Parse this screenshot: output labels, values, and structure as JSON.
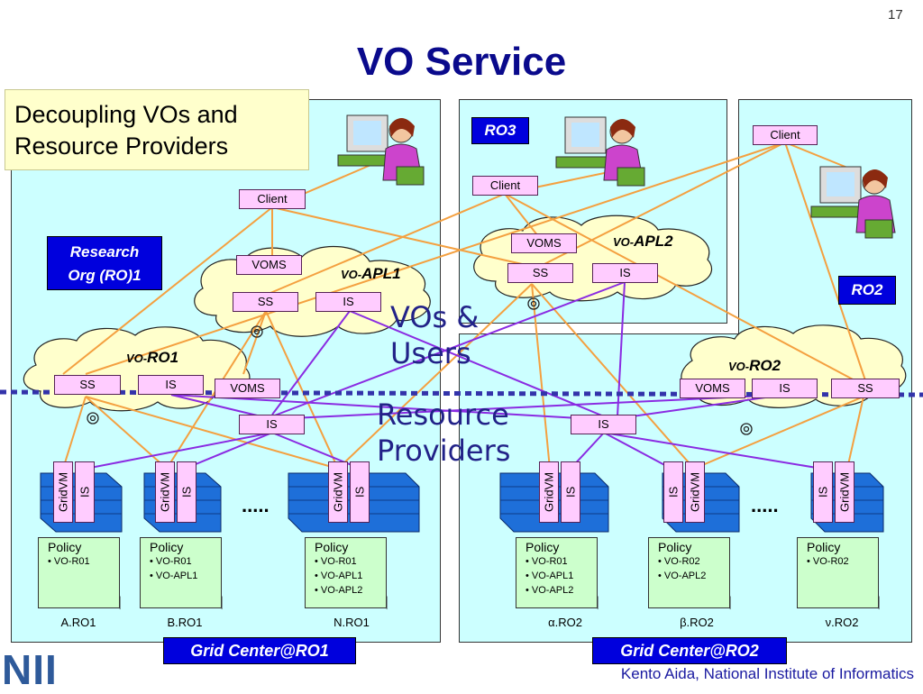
{
  "page_number": "17",
  "title": "VO Service",
  "subtitle_box": {
    "line1": "Decoupling VOs and",
    "line2": "Resource Providers"
  },
  "regions": {
    "ro1_label_line1": "Research",
    "ro1_label_line2": "Org (RO)1",
    "ro3_label": "RO3",
    "ro2_label": "RO2"
  },
  "vos": {
    "apl2": {
      "prefix": "VO-",
      "name": "APL2"
    },
    "apl1": {
      "prefix": "VO-",
      "name": "APL1"
    },
    "ro1": {
      "prefix": "VO-",
      "name": "RO1"
    },
    "ro2": {
      "prefix": "VO-",
      "name": "RO2"
    }
  },
  "components": {
    "client": "Client",
    "voms": "VOMS",
    "ss": "SS",
    "is": "IS",
    "gridvm": "GridVM"
  },
  "center_text": {
    "vos_line1": "VOs &",
    "vos_line2": "Users",
    "rp_line1": "Resource",
    "rp_line2": "Providers"
  },
  "ellipsis": ".....",
  "policies": [
    {
      "heading": "Policy",
      "items": [
        "• VO-R01"
      ],
      "node": "A.RO1"
    },
    {
      "heading": "Policy",
      "items": [
        "• VO-R01",
        "• VO-APL1"
      ],
      "node": "B.RO1"
    },
    {
      "heading": "Policy",
      "items": [
        "• VO-R01",
        "• VO-APL1",
        "• VO-APL2"
      ],
      "node": "N.RO1"
    },
    {
      "heading": "Policy",
      "items": [
        "• VO-R01",
        "• VO-APL1",
        "• VO-APL2"
      ],
      "node": "α.RO2"
    },
    {
      "heading": "Policy",
      "items": [
        "• VO-R02",
        "• VO-APL2"
      ],
      "node": "β.RO2"
    },
    {
      "heading": "Policy",
      "items": [
        "• VO-R02"
      ],
      "node": "ν.RO2"
    }
  ],
  "grid_centers": {
    "ro1": "Grid Center@RO1",
    "ro2": "Grid Center@RO2"
  },
  "footer": "Kento Aida, National Institute of Informatics",
  "logo": "NII",
  "colors": {
    "title": "#0a0a8c",
    "region_fill": "#ccffff",
    "component_fill": "#ffccff",
    "policy_fill": "#ccffcc",
    "label_blue": "#0000dd",
    "line_orange": "#f4a040",
    "line_purple": "#8a2be2",
    "server_blue": "#1e6fd9"
  }
}
